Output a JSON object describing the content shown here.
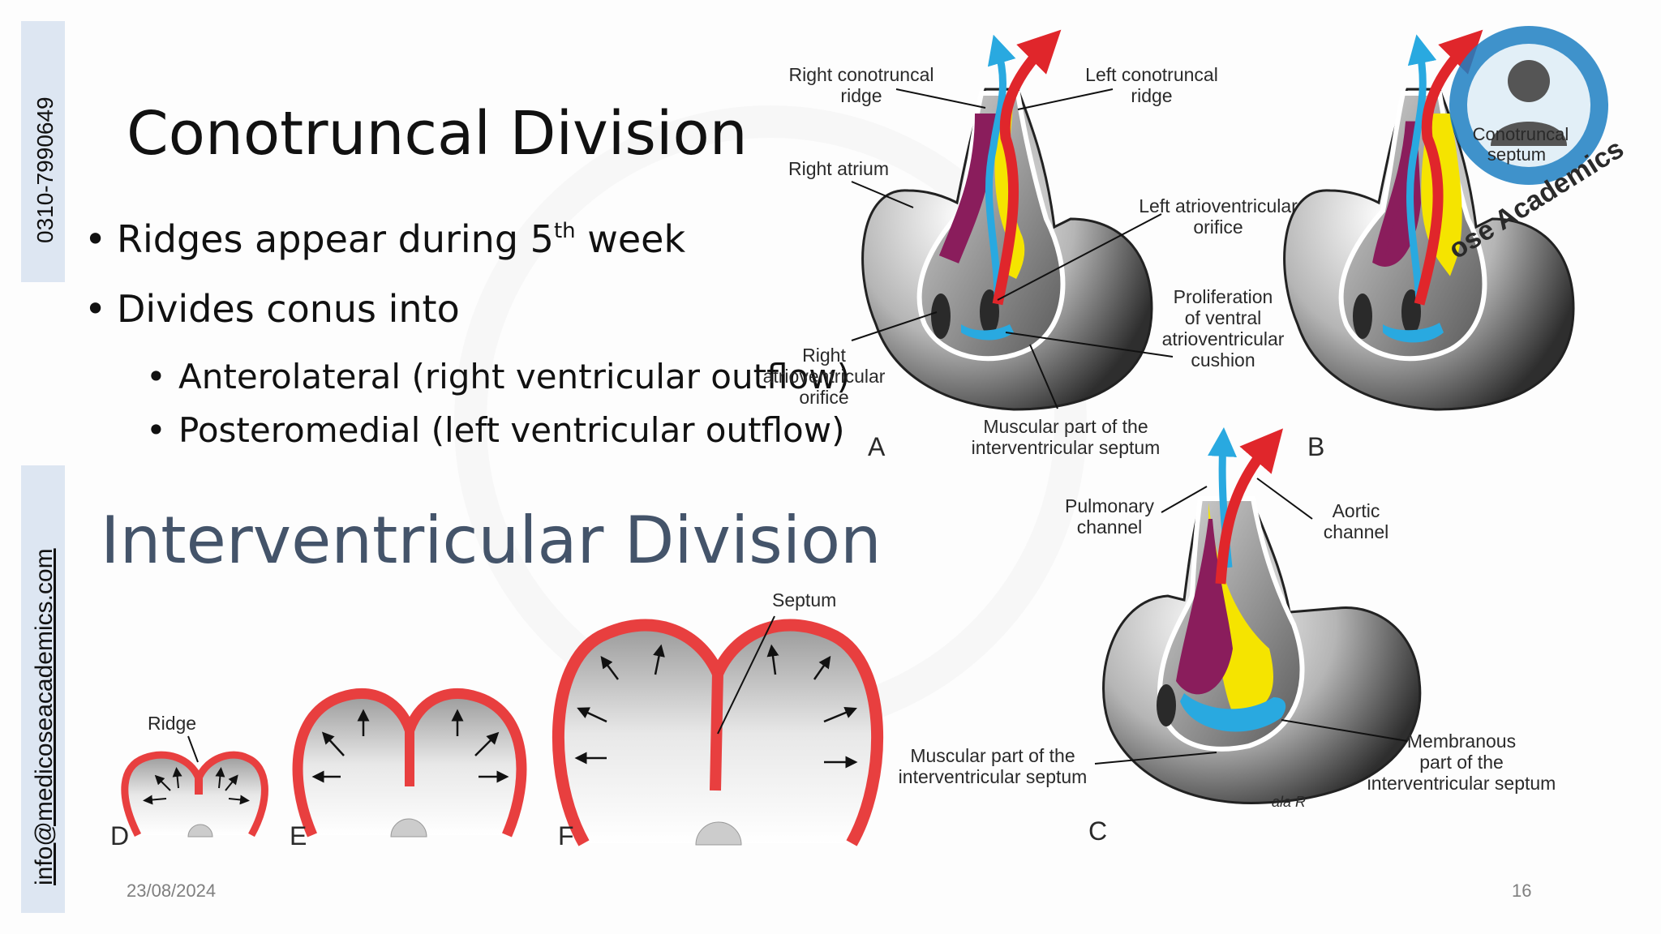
{
  "sidebar": {
    "phone": "0310-7990649",
    "email": "info@medicoseacademics.com"
  },
  "slide": {
    "title1": "Conotruncal Division",
    "bullets": {
      "b1_main": "Ridges appear during 5",
      "b1_sup": "th",
      "b1_tail": " week",
      "b2": "Divides conus into",
      "b2a": "Anterolateral (right ventricular outflow)",
      "b2b": "Posteromedial (left ventricular outflow)"
    },
    "title2": "Interventricular Division",
    "date": "23/08/2024",
    "page_number": "16"
  },
  "figure": {
    "labels": {
      "right_conotruncal_1": "Right conotruncal",
      "right_conotruncal_2": "ridge",
      "left_conotruncal_1": "Left conotruncal",
      "left_conotruncal_2": "ridge",
      "right_atrium": "Right atrium",
      "left_av_1": "Left atrioventricular",
      "left_av_2": "orifice",
      "prolif_1": "Proliferation",
      "prolif_2": "of ventral",
      "prolif_3": "atrioventricular",
      "prolif_4": "cushion",
      "right_av_1": "Right",
      "right_av_2": "atrioventricular",
      "right_av_3": "orifice",
      "muscular_a_1": "Muscular part of the",
      "muscular_a_2": "interventricular septum",
      "conotruncal_septum_1": "Conotruncal",
      "conotruncal_septum_2": "septum",
      "pulmonary_1": "Pulmonary",
      "pulmonary_2": "channel",
      "aortic_1": "Aortic",
      "aortic_2": "channel",
      "muscular_c_1": "Muscular part of the",
      "muscular_c_2": "interventricular septum",
      "membranous_1": "Membranous",
      "membranous_2": "part of the",
      "membranous_3": "interventricular septum",
      "ridge": "Ridge",
      "septum": "Septum",
      "signature": "ala R"
    },
    "panel_letters": {
      "A": "A",
      "B": "B",
      "C": "C",
      "D": "D",
      "E": "E",
      "F": "F"
    },
    "logo_text": "ose Academics",
    "colors": {
      "red": "#e0262b",
      "blue": "#29a9e0",
      "yellow": "#f5e400",
      "purple": "#8a1d5c",
      "gray_dark": "#3a3a3a",
      "septum_red": "#e83f3f"
    }
  }
}
